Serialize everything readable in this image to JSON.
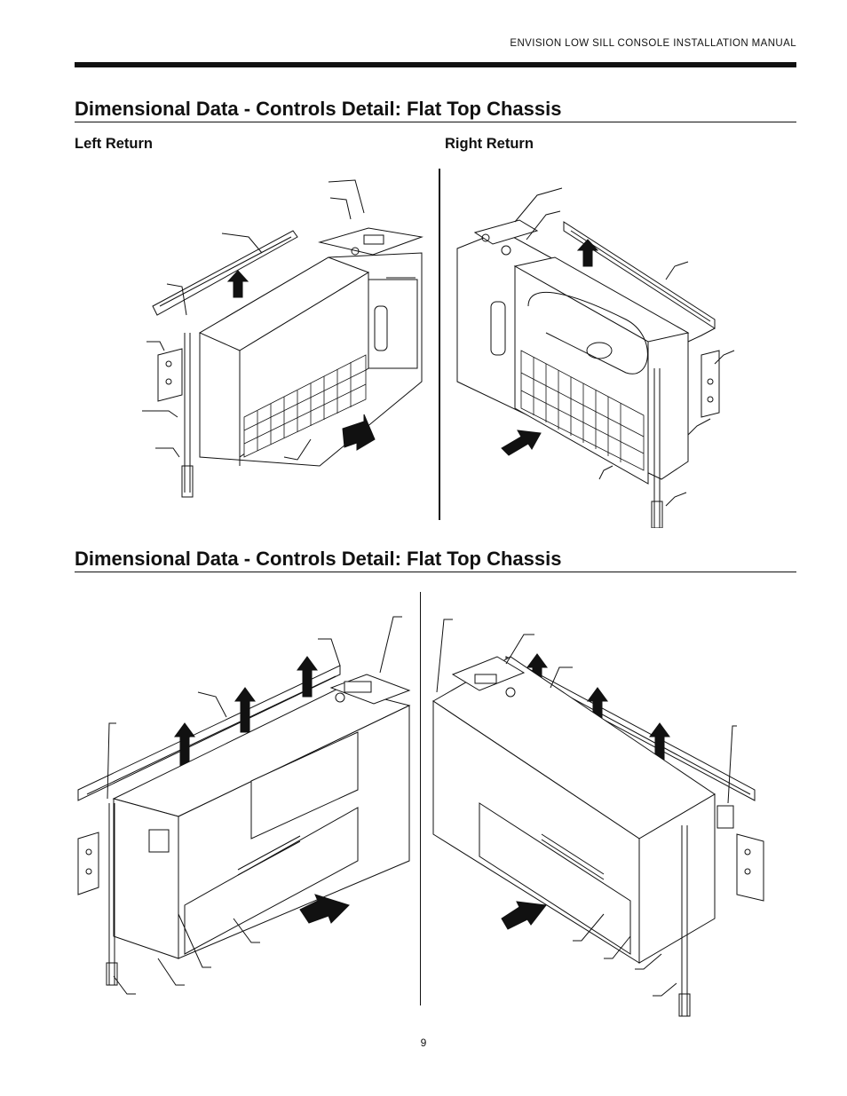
{
  "header": {
    "manual_title": "ENVISION LOW SILL CONSOLE INSTALLATION MANUAL"
  },
  "sections": [
    {
      "title": "Dimensional Data - Controls Detail: Flat Top Chassis",
      "left_label": "Left Return",
      "right_label": "Right Return"
    },
    {
      "title": "Dimensional Data - Controls Detail: Flat Top Chassis"
    }
  ],
  "footer": {
    "page_number": "9"
  }
}
